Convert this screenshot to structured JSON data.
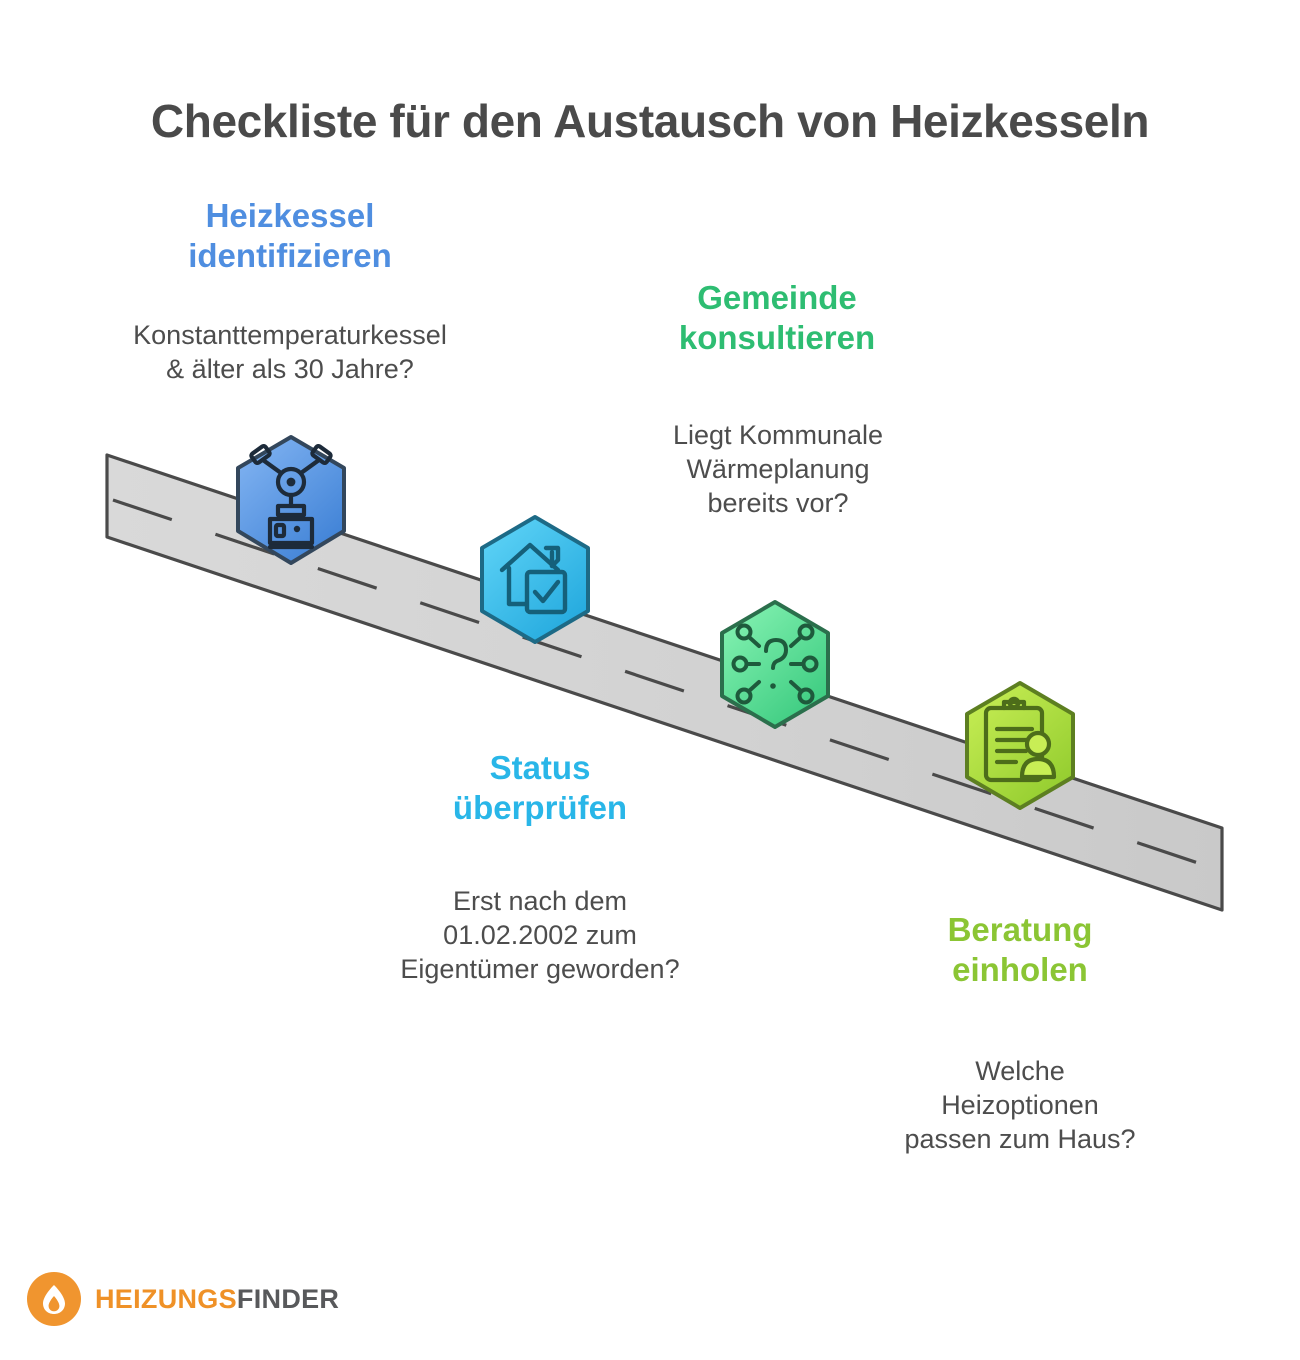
{
  "title": "Checkliste für den Austausch von Heizkesseln",
  "colors": {
    "step1": "#4f8ee0",
    "step2": "#2ebd72",
    "step3": "#29b6e8",
    "step4": "#8bc534",
    "title": "#4a4a4a",
    "body_text": "#4d4d4d",
    "road_fill": "#d4d4d4",
    "road_stroke": "#4a4a4a",
    "logo_orange": "#ef9127",
    "logo_gray": "#58595b"
  },
  "steps": [
    {
      "id": "step-1",
      "heading": "Heizkessel identifizieren",
      "heading_lines": [
        "Heizkessel",
        "identifizieren"
      ],
      "question": "Konstanttemperaturkessel & älter als 30 Jahre?",
      "question_lines": [
        "Konstanttemperaturkessel",
        "& älter als 30 Jahre?"
      ],
      "icon": "boiler-icon",
      "color": "#4f8ee0",
      "gradient_from": "#7fb2f0",
      "gradient_to": "#3d7fd6"
    },
    {
      "id": "step-2",
      "heading": "Status überprüfen",
      "heading_lines": [
        "Status",
        "überprüfen"
      ],
      "question": "Erst nach dem 01.02.2002 zum Eigentümer geworden?",
      "question_lines": [
        "Erst nach dem",
        "01.02.2002 zum",
        "Eigentümer geworden?"
      ],
      "icon": "house-check-icon",
      "color": "#29b6e8",
      "gradient_from": "#5ad2f5",
      "gradient_to": "#24a9dd"
    },
    {
      "id": "step-3",
      "heading": "Gemeinde konsultieren",
      "heading_lines": [
        "Gemeinde",
        "konsultieren"
      ],
      "question": "Liegt Kommunale Wärmeplanung bereits vor?",
      "question_lines": [
        "Liegt Kommunale",
        "Wärmeplanung",
        "bereits vor?"
      ],
      "icon": "network-question-icon",
      "color": "#2ebd72",
      "gradient_from": "#7ff0ae",
      "gradient_to": "#3cc97f"
    },
    {
      "id": "step-4",
      "heading": "Beratung einholen",
      "heading_lines": [
        "Beratung",
        "einholen"
      ],
      "question": "Welche Heizoptionen passen zum Haus?",
      "question_lines": [
        "Welche",
        "Heizoptionen",
        "passen zum Haus?"
      ],
      "icon": "clipboard-person-icon",
      "color": "#8bc534",
      "gradient_from": "#c3ec4f",
      "gradient_to": "#93cb2e"
    }
  ],
  "logo": {
    "name_part1": "HEIZUNGS",
    "name_part2": "FINDER",
    "mark": "flame-icon"
  }
}
